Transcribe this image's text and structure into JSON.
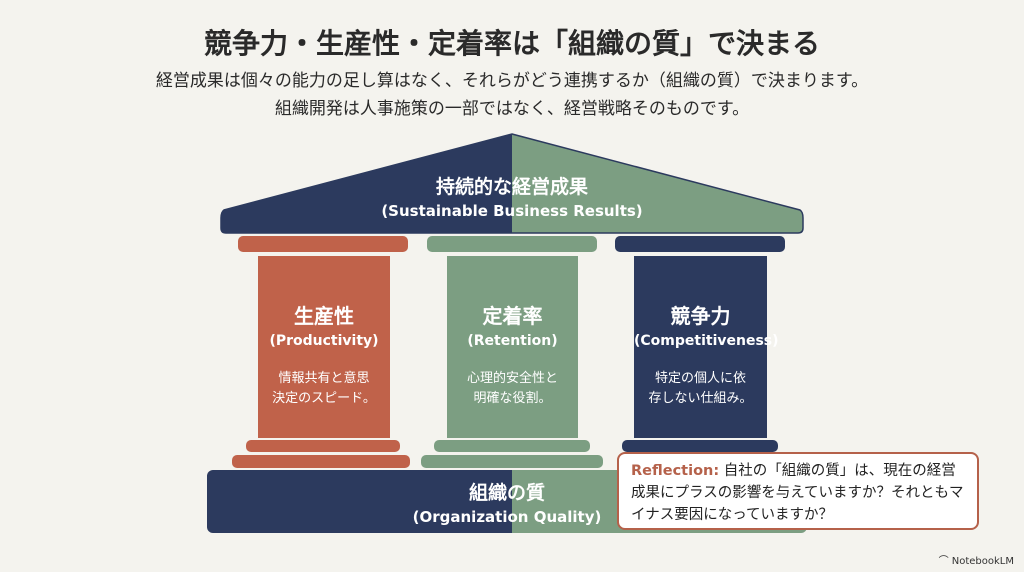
{
  "title": "競争力・生産性・定着率は「組織の質」で決まる",
  "subtitle": [
    "経営成果は個々の能力の足し算はなく、それらがどう連携するか（組織の質）で決まります。",
    "組織開発は人事施策の一部ではなく、経営戦略そのものです。"
  ],
  "roof": {
    "title": "持続的な経営成果",
    "english": "(Sustainable Business Results)"
  },
  "pillars": [
    {
      "title": "生産性",
      "english": "(Productivity)",
      "desc": [
        "情報共有と意思",
        "決定のスピード。"
      ],
      "color": "#c0624a"
    },
    {
      "title": "定着率",
      "english": "(Retention)",
      "desc": [
        "心理的安全性と",
        "明確な役割。"
      ],
      "color": "#7c9e82"
    },
    {
      "title": "競争力",
      "english": "(Competitiveness)",
      "desc": [
        "特定の個人に依",
        "存しない仕組み。"
      ],
      "color": "#2c3a5e"
    }
  ],
  "base": {
    "title": "組織の質",
    "english": "(Organization Quality)"
  },
  "callout": {
    "label": "Reflection:",
    "text": "自社の「組織の質」は、現在の経営成果にプラスの影響を与えていますか？それともマイナス要因になっていますか？"
  },
  "brand": "NotebookLM",
  "colors": {
    "navy": "#2c3a5e",
    "green": "#7c9e82",
    "orange": "#c0624a",
    "background": "#f4f3ee"
  }
}
